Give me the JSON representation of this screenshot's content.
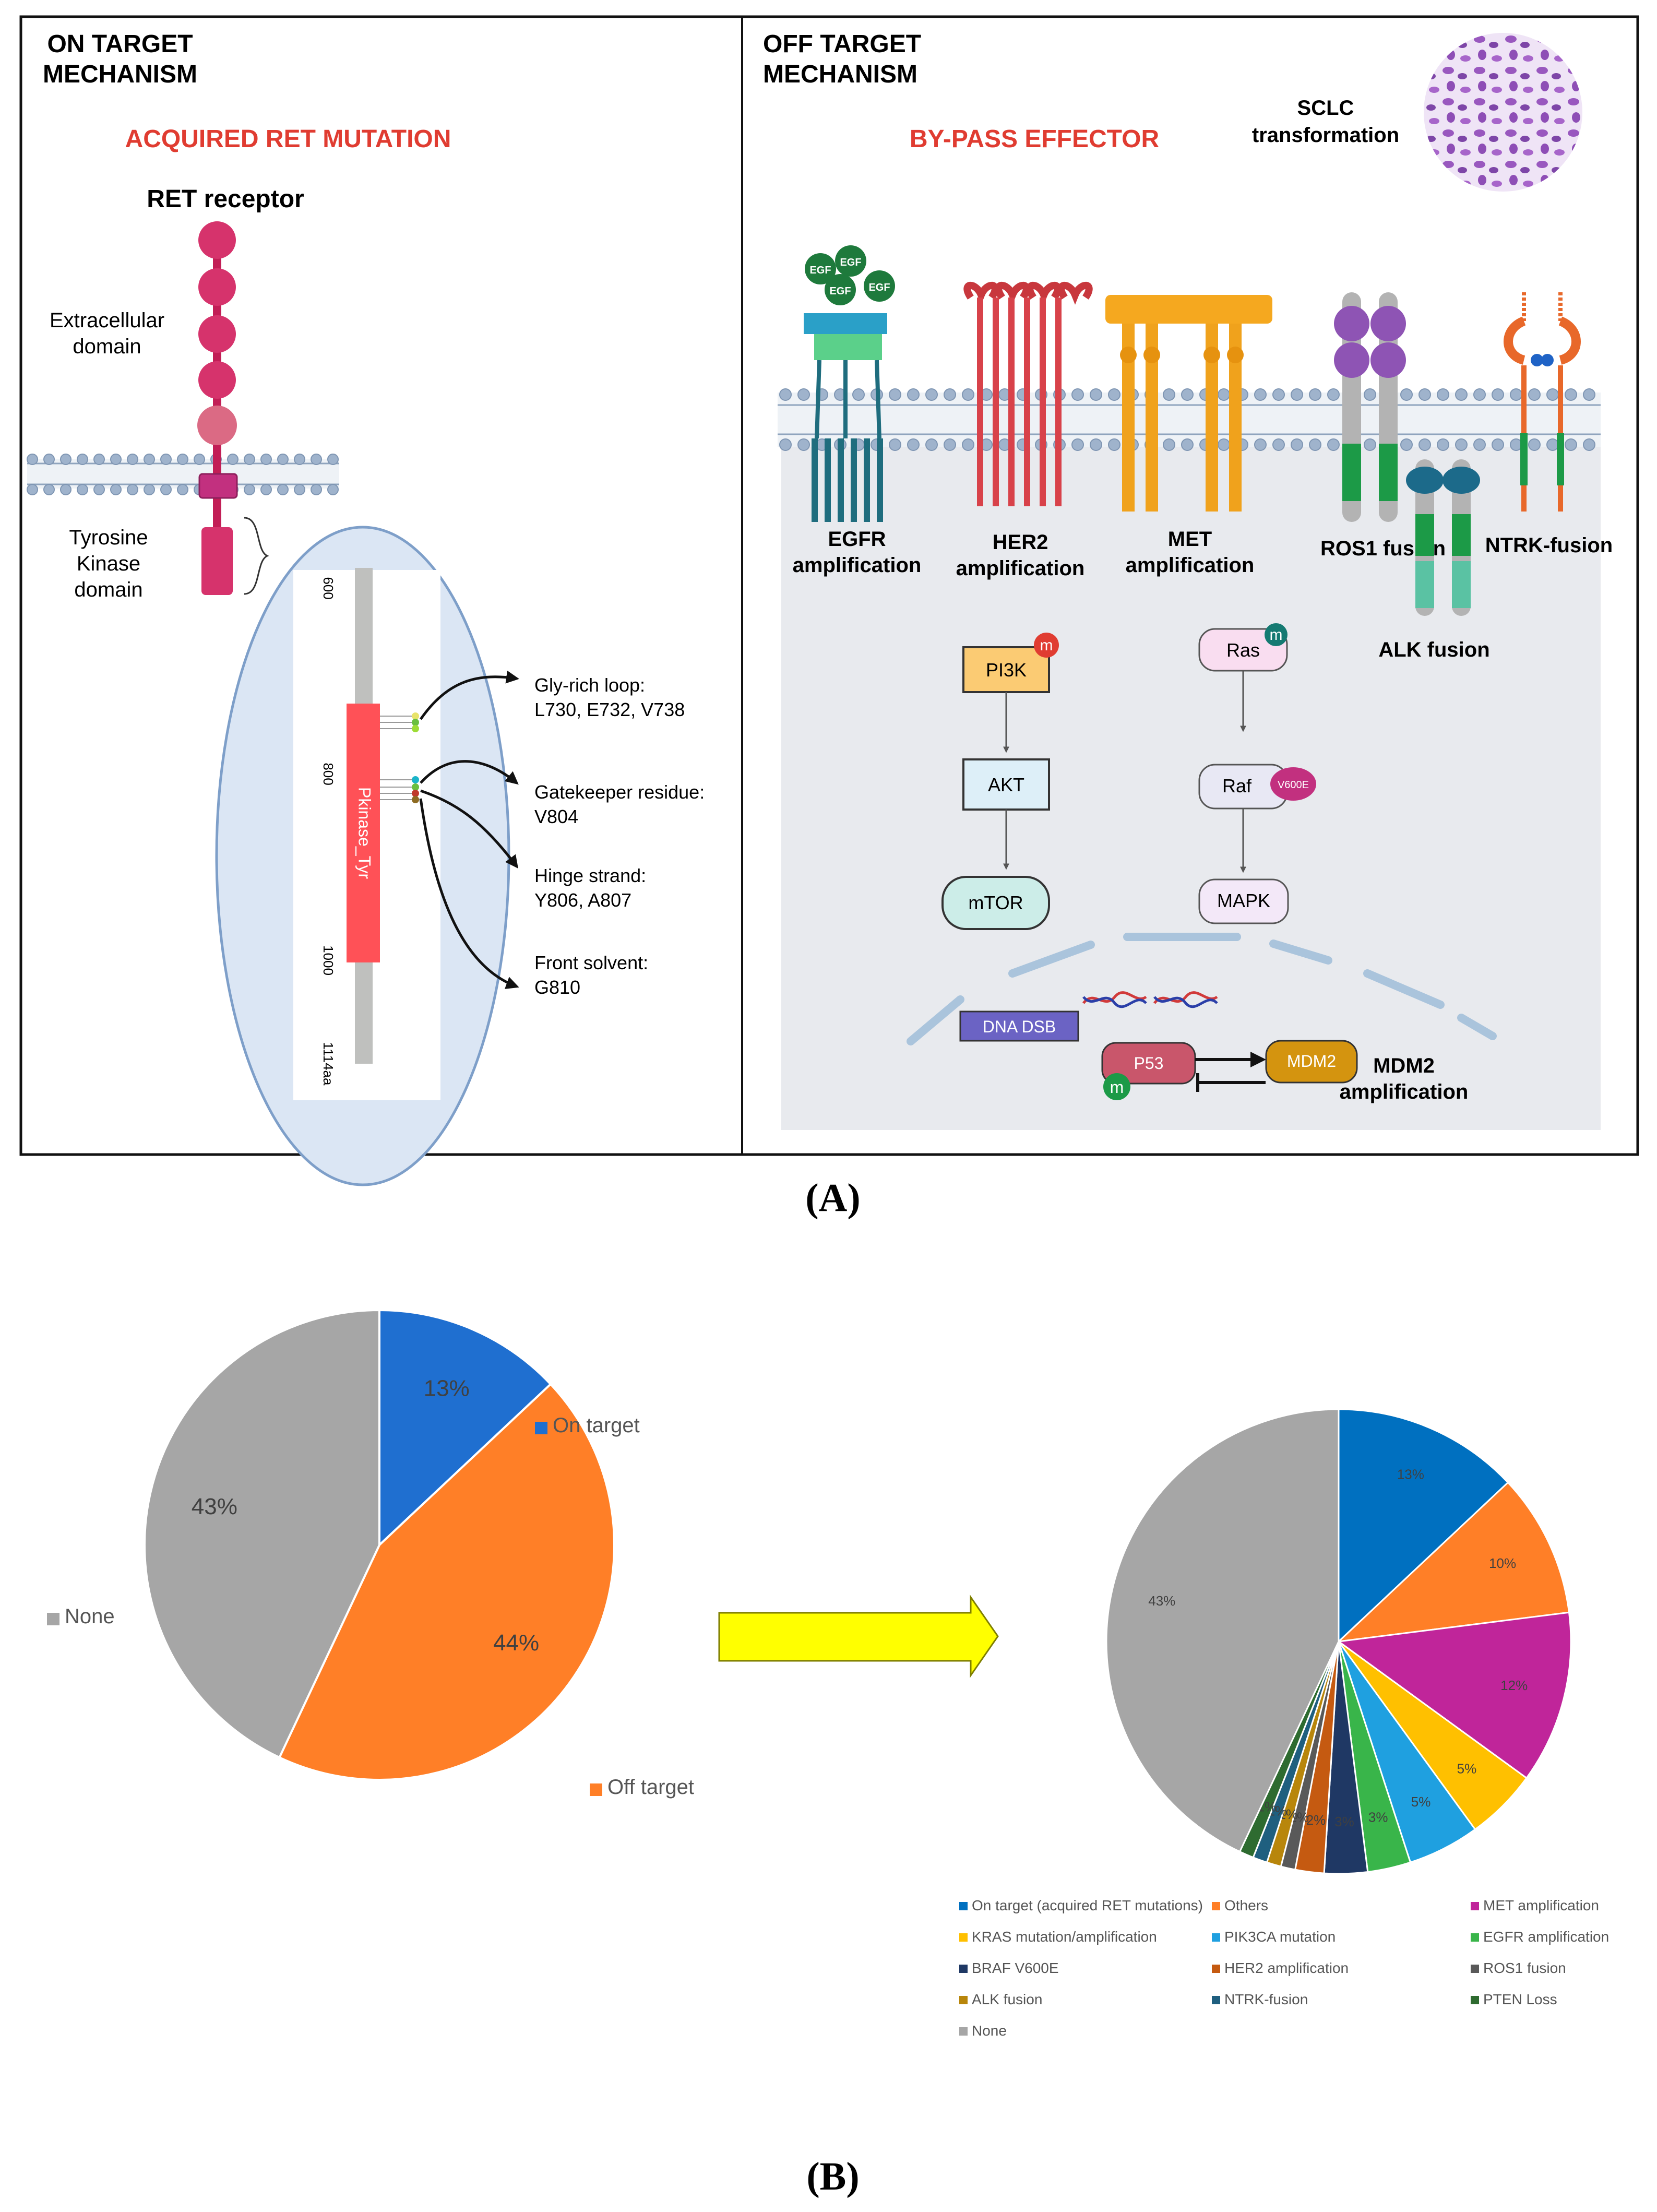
{
  "panel_a": {
    "left": {
      "heading_line1": "ON TARGET",
      "heading_line2": "MECHANISM",
      "subtitle": "ACQUIRED RET MUTATION",
      "receptor_label": "RET receptor",
      "extracellular_line1": "Extracellular",
      "extracellular_line2": "domain",
      "tk_line1": "Tyrosine",
      "tk_line2": "Kinase",
      "tk_line3": "domain",
      "domain_label": "Pkinase_Tyr",
      "ticks": [
        "600",
        "800",
        "1000",
        "1114aa"
      ],
      "annotations": [
        {
          "line1": "Gly-rich loop:",
          "line2": "L730, E732, V738"
        },
        {
          "line1": "Gatekeeper residue:",
          "line2": "V804"
        },
        {
          "line1": "Hinge strand:",
          "line2": "Y806, A807"
        },
        {
          "line1": "Front solvent:",
          "line2": "G810"
        }
      ]
    },
    "right": {
      "heading_line1": "OFF TARGET",
      "heading_line2": "MECHANISM",
      "subtitle": "BY-PASS EFFECTOR",
      "sclc_line1": "SCLC",
      "sclc_line2": "transformation",
      "egf_label": "EGF",
      "receptors": [
        {
          "line1": "EGFR",
          "line2": "amplification"
        },
        {
          "line1": "HER2",
          "line2": "amplification"
        },
        {
          "line1": "MET",
          "line2": "amplification"
        },
        {
          "line1": "ROS1 fusion",
          "line2": ""
        },
        {
          "line1": "NTRK-fusion",
          "line2": ""
        },
        {
          "line1": "ALK fusion",
          "line2": ""
        }
      ],
      "nodes": {
        "pi3k": "PI3K",
        "akt": "AKT",
        "mtor": "mTOR",
        "ras": "Ras",
        "raf": "Raf",
        "v600e": "V600E",
        "mapk": "MAPK",
        "dna": "DNA DSB",
        "p53": "P53",
        "mdm2": "MDM2",
        "m": "m"
      },
      "mdm2_line1": "MDM2",
      "mdm2_line2": "amplification"
    },
    "letter": "(A)"
  },
  "arrow_color": "#FFFF00",
  "chart_data": [
    {
      "type": "pie",
      "categories": [
        "On target",
        "Off target",
        "None"
      ],
      "values": [
        13,
        44,
        43
      ],
      "labels": [
        "13%",
        "44%",
        "43%"
      ],
      "colors": [
        "#1F6FD0",
        "#FF7F27",
        "#A6A6A6"
      ],
      "legend": "inline"
    },
    {
      "type": "pie",
      "categories": [
        "On target (acquired RET mutations)",
        "Others",
        "MET amplification",
        "KRAS mutation/amplification",
        "PIK3CA mutation",
        "EGFR amplification",
        "BRAF V600E",
        "HER2 amplification",
        "ROS1 fusion",
        "ALK fusion",
        "NTRK-fusion",
        "PTEN Loss",
        "None"
      ],
      "values": [
        13,
        10,
        12,
        5,
        5,
        3,
        3,
        2,
        1,
        1,
        1,
        1,
        43
      ],
      "labels": [
        "13%",
        "10%",
        "12%",
        "5%",
        "5%",
        "3%",
        "3%",
        "2%",
        "1%",
        "1%",
        "1%",
        "1%",
        "43%"
      ],
      "colors": [
        "#0070C0",
        "#FF7F27",
        "#C0259A",
        "#FFC000",
        "#1FA0E0",
        "#39B54A",
        "#1F3864",
        "#C55A11",
        "#595959",
        "#B8860B",
        "#1F5F7F",
        "#2E6B30",
        "#A6A6A6"
      ],
      "legend": "bottom"
    }
  ],
  "panel_b_letter": "(B)"
}
